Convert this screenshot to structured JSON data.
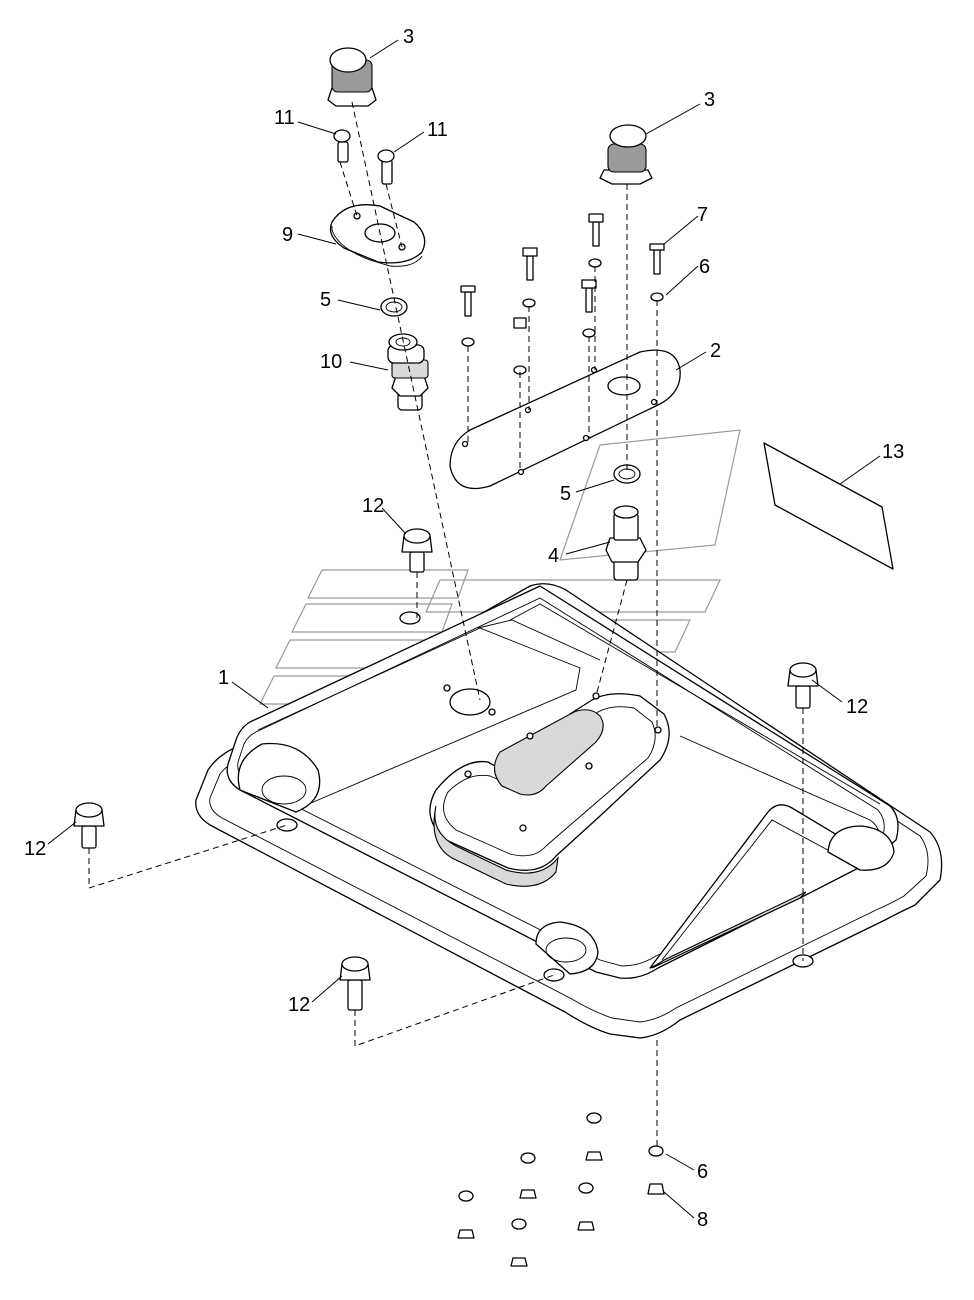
{
  "callouts": [
    {
      "id": "c3a",
      "label": "3"
    },
    {
      "id": "c3b",
      "label": "3"
    },
    {
      "id": "c11a",
      "label": "11"
    },
    {
      "id": "c11b",
      "label": "11"
    },
    {
      "id": "c9",
      "label": "9"
    },
    {
      "id": "c5a",
      "label": "5"
    },
    {
      "id": "c10",
      "label": "10"
    },
    {
      "id": "c7",
      "label": "7"
    },
    {
      "id": "c6a",
      "label": "6"
    },
    {
      "id": "c2",
      "label": "2"
    },
    {
      "id": "c13",
      "label": "13"
    },
    {
      "id": "c5b",
      "label": "5"
    },
    {
      "id": "c4",
      "label": "4"
    },
    {
      "id": "c12a",
      "label": "12"
    },
    {
      "id": "c1",
      "label": "1"
    },
    {
      "id": "c12b",
      "label": "12"
    },
    {
      "id": "c12c",
      "label": "12"
    },
    {
      "id": "c12d",
      "label": "12"
    },
    {
      "id": "c6b",
      "label": "6"
    },
    {
      "id": "c8",
      "label": "8"
    }
  ]
}
